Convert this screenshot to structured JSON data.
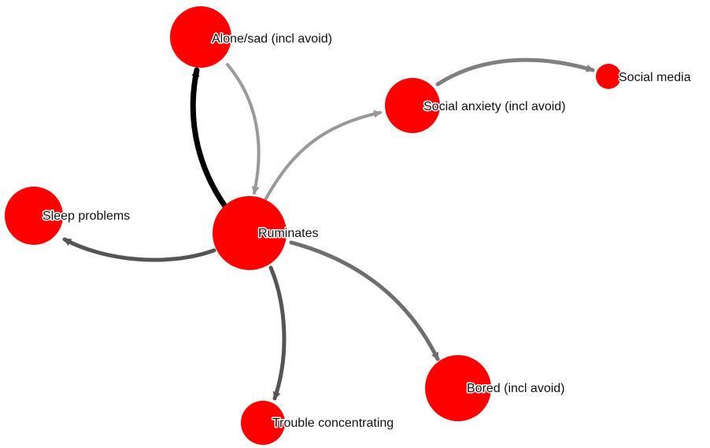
{
  "diagram": {
    "node_color": "#ff0000",
    "nodes": [
      {
        "id": "alone",
        "label": "Alone/sad (incl avoid)"
      },
      {
        "id": "social_media",
        "label": "Social media"
      },
      {
        "id": "social_anxiety",
        "label": "Social anxiety (incl avoid)"
      },
      {
        "id": "sleep",
        "label": "Sleep problems"
      },
      {
        "id": "ruminates",
        "label": "Ruminates"
      },
      {
        "id": "bored",
        "label": "Bored (incl avoid)"
      },
      {
        "id": "trouble",
        "label": "Trouble concentrating"
      }
    ],
    "edges": [
      {
        "from": "ruminates",
        "to": "alone",
        "color": "#000000"
      },
      {
        "from": "alone",
        "to": "ruminates",
        "color": "#999999"
      },
      {
        "from": "ruminates",
        "to": "social_anxiety",
        "color": "#999999"
      },
      {
        "from": "social_anxiety",
        "to": "social_media",
        "color": "#808080"
      },
      {
        "from": "ruminates",
        "to": "sleep",
        "color": "#555555"
      },
      {
        "from": "ruminates",
        "to": "trouble",
        "color": "#555555"
      },
      {
        "from": "ruminates",
        "to": "bored",
        "color": "#6e6e6e"
      }
    ]
  }
}
